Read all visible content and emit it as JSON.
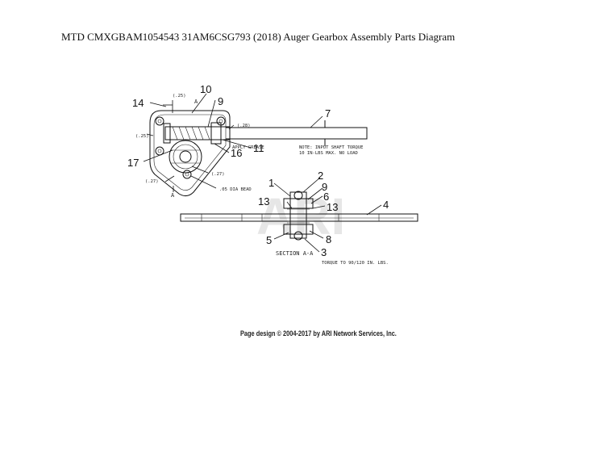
{
  "title": "MTD CMXGBAM1054543 31AM6CSG793 (2018) Auger Gearbox Assembly Parts Diagram",
  "footer": "Page design © 2004-2017 by ARI Network Services, Inc.",
  "watermark": "ARI",
  "colors": {
    "line": "#111111",
    "background": "#ffffff",
    "watermark": "#e6e6e6"
  },
  "diagram": {
    "callouts": {
      "c1": "1",
      "c2": "2",
      "c3": "3",
      "c4": "4",
      "c5": "5",
      "c6": "6",
      "c7": "7",
      "c8": "8",
      "c9a": "9",
      "c9b": "9",
      "c10": "10",
      "c11": "11",
      "c13a": "13",
      "c13b": "13",
      "c14": "14",
      "c16": "16",
      "c17": "17"
    },
    "dimensions": {
      "d25a": "(.25)",
      "d28": "(.28)",
      "d25b": "(.25)",
      "d27a": "(.27)",
      "d27b": "(.27)"
    },
    "section_marks": {
      "top": "A",
      "bottom": "A"
    },
    "notes": {
      "note_line1": "NOTE: INPUT SHAFT TORQUE",
      "note_line2": "10 IN-LBS MAX. NO LOAD",
      "apply_grease": "APPLY GREASE",
      "bead": ".05 DIA BEAD",
      "section": "SECTION A-A",
      "torque": "TORQUE TO 90/120 IN. LBS."
    }
  }
}
